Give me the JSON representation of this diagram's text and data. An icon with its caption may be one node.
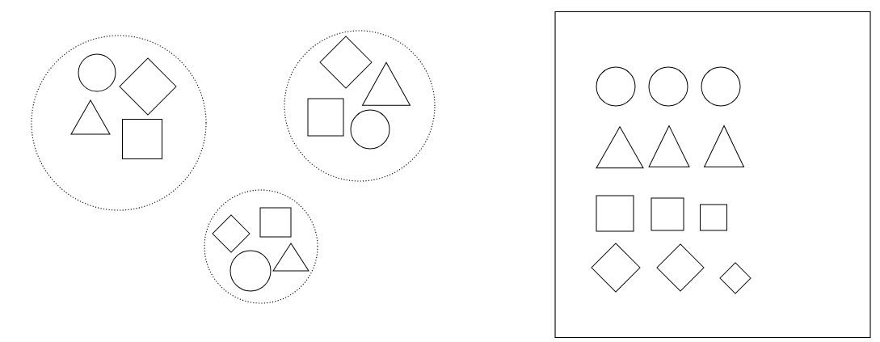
{
  "diagram": {
    "nodes": [
      {
        "text": [],
        "shape": "circle"
      },
      {
        "text": [],
        "shape": "circle",
        "in": 0
      },
      {
        "text": [],
        "shape": "diamond",
        "in": 0
      },
      {
        "text": [],
        "shape": "triangle",
        "in": 0
      },
      {
        "text": [],
        "shape": "box",
        "in": 0
      },
      {
        "text": [],
        "shape": "circle"
      },
      {
        "text": [],
        "shape": "diamond",
        "in": 5
      },
      {
        "text": [],
        "shape": "triangle",
        "in": 5
      },
      {
        "text": [],
        "shape": "box",
        "in": 5
      },
      {
        "text": [],
        "shape": "circle",
        "in": 5
      },
      {
        "text": [],
        "shape": "circle"
      },
      {
        "text": [],
        "shape": "diamond",
        "in": 10
      },
      {
        "text": [],
        "shape": "box",
        "in": 10
      },
      {
        "text": [],
        "shape": "circle",
        "in": 10
      },
      {
        "text": [],
        "shape": "triangle",
        "in": 10
      },
      {
        "text": [],
        "shape": "box"
      },
      {
        "text": [],
        "shape": "circle",
        "in": 15
      },
      {
        "text": [],
        "shape": "circle",
        "in": 15
      },
      {
        "text": [],
        "shape": "circle",
        "in": 15
      },
      {
        "text": [],
        "shape": "triangle",
        "in": 15
      },
      {
        "text": [],
        "shape": "triangle",
        "in": 15
      },
      {
        "text": [],
        "shape": "triangle",
        "in": 15
      },
      {
        "text": [],
        "shape": "box",
        "in": 15
      },
      {
        "text": [],
        "shape": "box",
        "in": 15
      },
      {
        "text": [],
        "shape": "box",
        "in": 15
      },
      {
        "text": [],
        "shape": "diamond",
        "in": 15
      },
      {
        "text": [],
        "shape": "diamond",
        "in": 15
      },
      {
        "text": [],
        "shape": "diamond",
        "in": 15
      }
    ]
  }
}
